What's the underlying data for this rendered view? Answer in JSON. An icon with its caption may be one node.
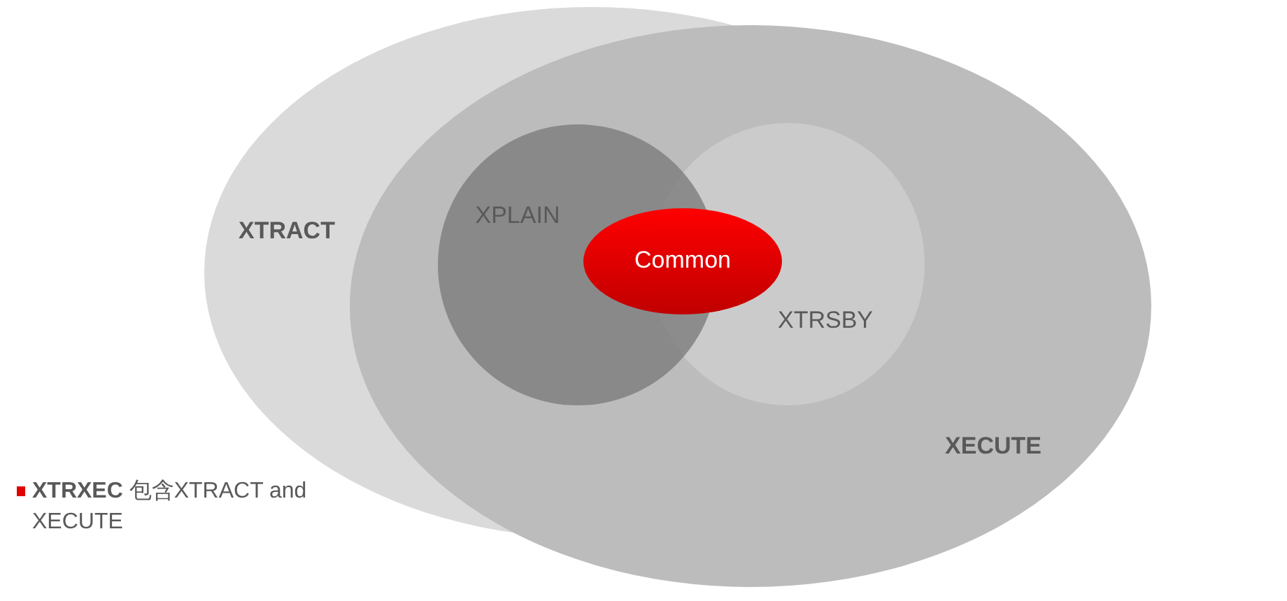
{
  "diagram": {
    "nodes": [
      {
        "text": [
          "XTRACT"
        ]
      },
      {
        "text": [
          "XECUTE"
        ]
      },
      {
        "text": [
          "XPLAIN"
        ]
      },
      {
        "text": [
          "XTRSBY"
        ]
      },
      {
        "text": [
          "Common"
        ]
      }
    ],
    "labels": [
      "**XTRXEC** 包含XTRACT and XECUTE"
    ]
  }
}
